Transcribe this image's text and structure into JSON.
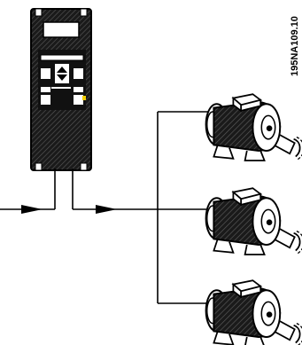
{
  "figure": {
    "document_code": "195NA109.10",
    "drive": {
      "name": "frequency-converter",
      "display": "lcd-panel",
      "keypad_buttons": 7
    },
    "motors": [
      {
        "id": "motor-1"
      },
      {
        "id": "motor-2"
      },
      {
        "id": "motor-3"
      }
    ],
    "colors": {
      "ink": "#000000",
      "background": "#ffffff",
      "indicator": "#f5d000"
    }
  }
}
